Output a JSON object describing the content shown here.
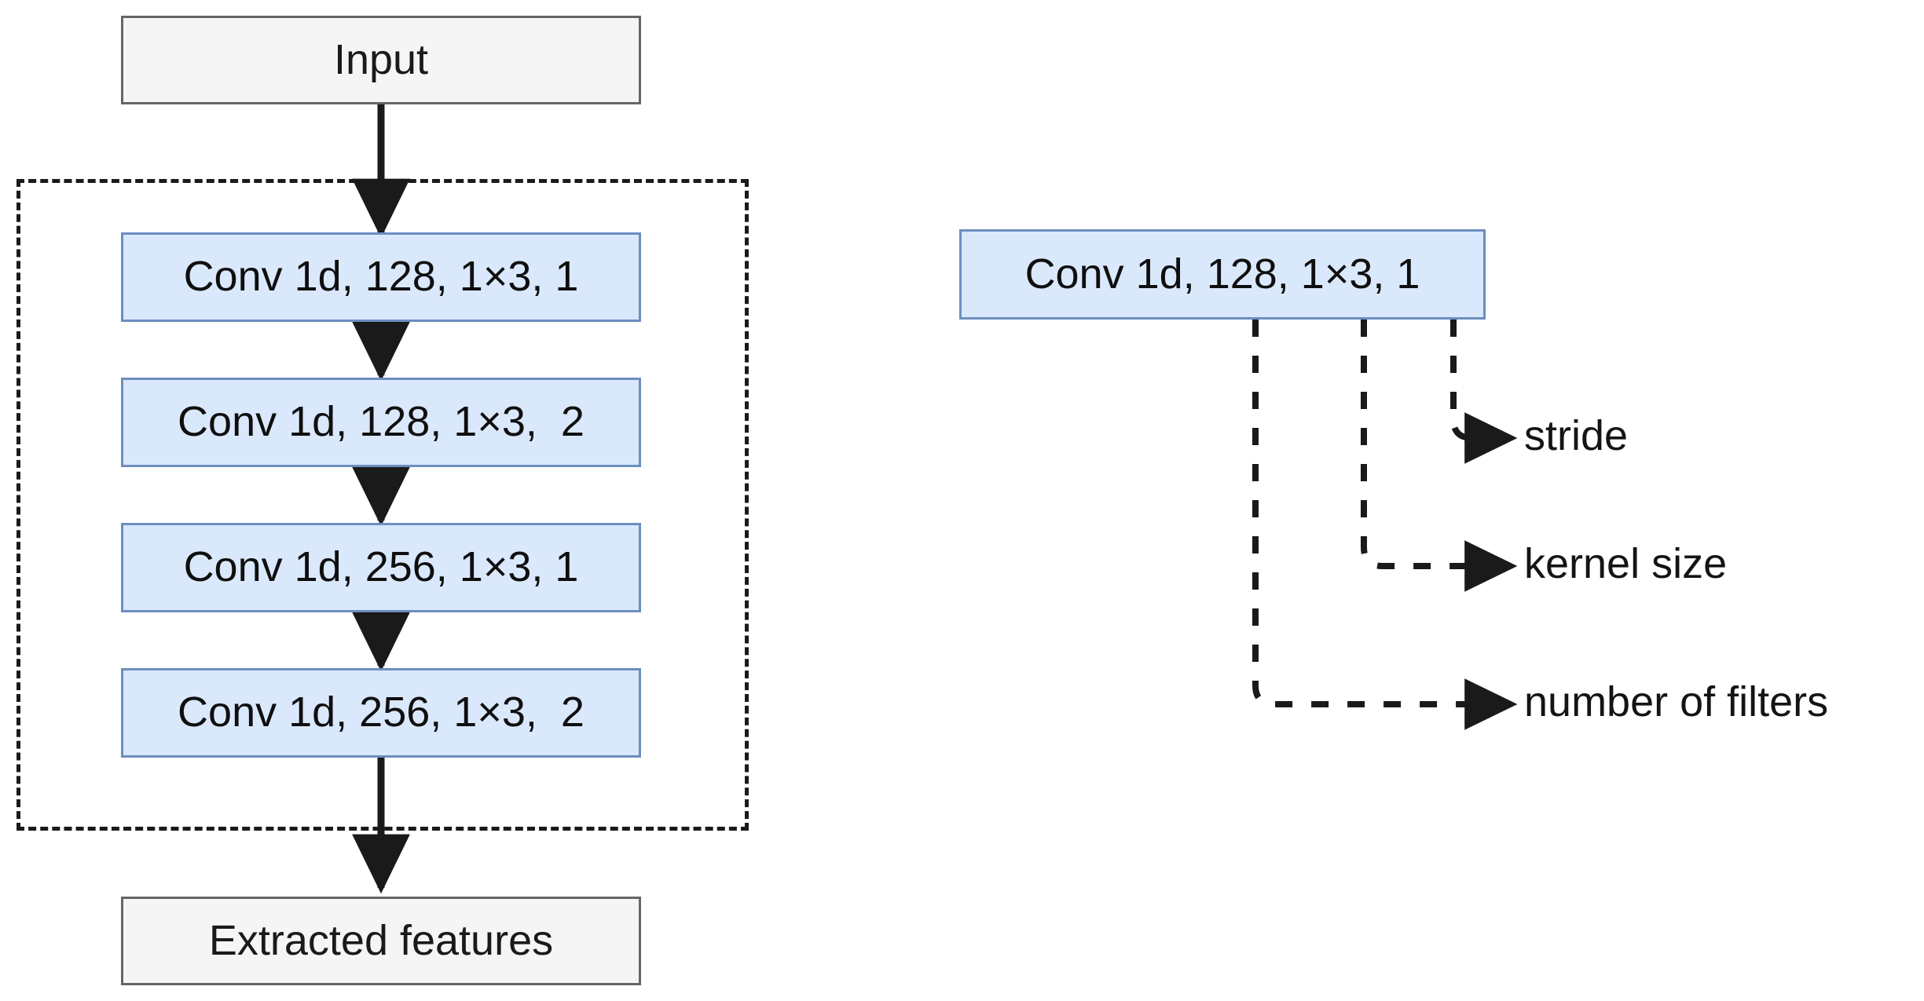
{
  "diagram": {
    "title": "CNN feature extractor block diagram",
    "colors": {
      "conv_fill": "#dae8fc",
      "conv_border": "#6c8ebf",
      "plain_fill": "#f5f5f5",
      "plain_border": "#666666",
      "line": "#1a1a1a",
      "text": "#141414",
      "background": "#ffffff"
    },
    "pipeline": {
      "input_label": "Input",
      "output_label": "Extracted features",
      "layers": [
        {
          "label": "Conv 1d, 128, 1×3, 1"
        },
        {
          "label": "Conv 1d, 128, 1×3,  2"
        },
        {
          "label": "Conv 1d, 256, 1×3, 1"
        },
        {
          "label": "Conv 1d, 256, 1×3,  2"
        }
      ]
    },
    "legend": {
      "example_label": "Conv 1d, 128, 1×3, 1",
      "callouts": [
        {
          "label": "stride"
        },
        {
          "label": "kernel size"
        },
        {
          "label": "number of filters"
        }
      ]
    }
  }
}
